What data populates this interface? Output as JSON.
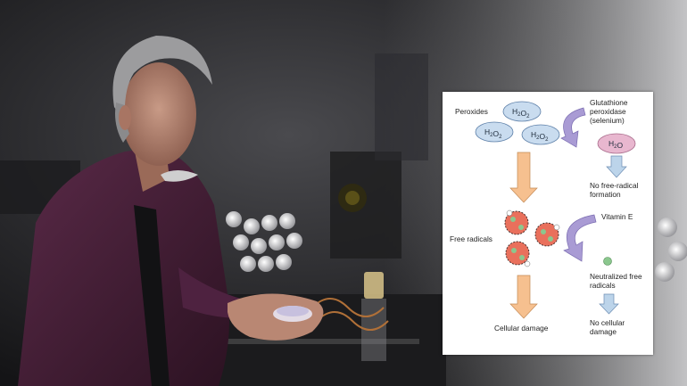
{
  "diagram": {
    "peroxides_label": "Peroxides",
    "h2o2_a": "H2O2",
    "h2o2_b": "H2O2",
    "h2o2_c": "H2O2",
    "enzyme_line1": "Glutathione",
    "enzyme_line2": "peroxidase",
    "enzyme_line3": "(selenium)",
    "water": "H2O",
    "no_fr_line1": "No free-radical",
    "no_fr_line2": "formation",
    "free_radicals_label": "Free radicals",
    "vitamin_e": "Vitamin E",
    "neutralized_line1": "Neutralized free",
    "neutralized_line2": "radicals",
    "cellular_damage": "Cellular damage",
    "no_damage_line1": "No cellular",
    "no_damage_line2": "damage"
  },
  "colors": {
    "h2o2_fill": "#c9dcef",
    "water_fill": "#e8b7cf",
    "radical_fill": "#e9705c",
    "arrow_orange": "#f6c08f",
    "arrow_purple": "#a99bd4",
    "arrow_blue": "#bcd4ea",
    "neutral_green": "#8bc78e"
  }
}
